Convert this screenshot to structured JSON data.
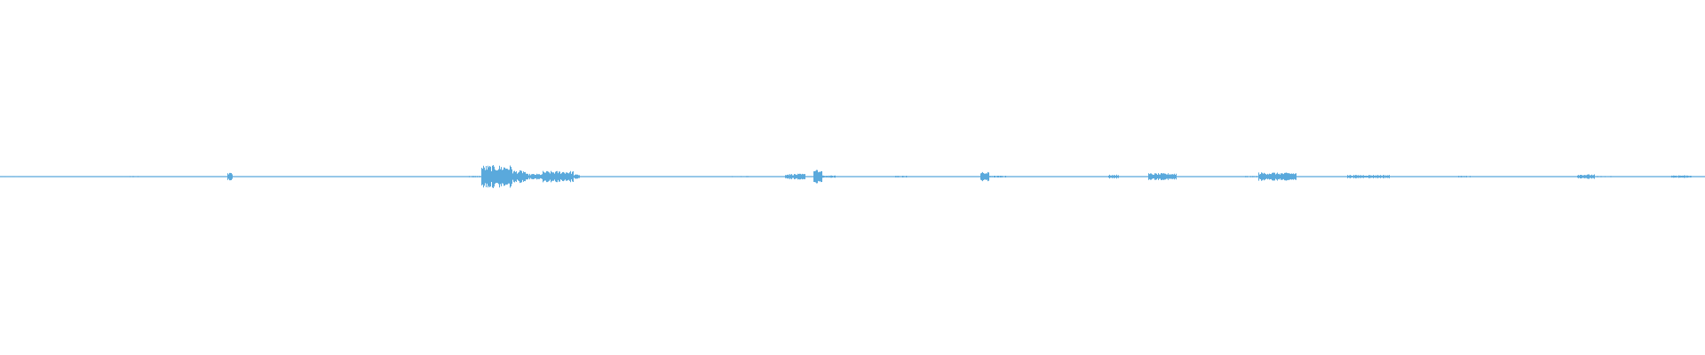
{
  "waveform": {
    "color": "#5aa9dc",
    "baseline_color": "#5aa9dc",
    "duration_fraction_segments": [
      {
        "start": 0.0,
        "end": 0.01,
        "level": 0.04
      },
      {
        "start": 0.02,
        "end": 0.03,
        "level": 0.03
      },
      {
        "start": 0.072,
        "end": 0.082,
        "level": 0.05
      },
      {
        "start": 0.133,
        "end": 0.136,
        "level": 0.35
      },
      {
        "start": 0.18,
        "end": 0.19,
        "level": 0.03
      },
      {
        "start": 0.205,
        "end": 0.215,
        "level": 0.03
      },
      {
        "start": 0.275,
        "end": 0.285,
        "level": 0.06
      },
      {
        "start": 0.282,
        "end": 0.3,
        "level": 1.0
      },
      {
        "start": 0.3,
        "end": 0.308,
        "level": 0.55
      },
      {
        "start": 0.308,
        "end": 0.318,
        "level": 0.25
      },
      {
        "start": 0.318,
        "end": 0.336,
        "level": 0.5
      },
      {
        "start": 0.336,
        "end": 0.34,
        "level": 0.2
      },
      {
        "start": 0.385,
        "end": 0.41,
        "level": 0.03
      },
      {
        "start": 0.428,
        "end": 0.44,
        "level": 0.05
      },
      {
        "start": 0.46,
        "end": 0.472,
        "level": 0.25
      },
      {
        "start": 0.477,
        "end": 0.482,
        "level": 0.6
      },
      {
        "start": 0.482,
        "end": 0.49,
        "level": 0.1
      },
      {
        "start": 0.525,
        "end": 0.532,
        "level": 0.08
      },
      {
        "start": 0.575,
        "end": 0.58,
        "level": 0.4
      },
      {
        "start": 0.58,
        "end": 0.59,
        "level": 0.08
      },
      {
        "start": 0.65,
        "end": 0.656,
        "level": 0.18
      },
      {
        "start": 0.673,
        "end": 0.69,
        "level": 0.3
      },
      {
        "start": 0.73,
        "end": 0.74,
        "level": 0.06
      },
      {
        "start": 0.738,
        "end": 0.748,
        "level": 0.38
      },
      {
        "start": 0.748,
        "end": 0.76,
        "level": 0.35
      },
      {
        "start": 0.79,
        "end": 0.815,
        "level": 0.15
      },
      {
        "start": 0.855,
        "end": 0.862,
        "level": 0.07
      },
      {
        "start": 0.925,
        "end": 0.935,
        "level": 0.2
      },
      {
        "start": 0.935,
        "end": 0.945,
        "level": 0.05
      },
      {
        "start": 0.98,
        "end": 0.992,
        "level": 0.12
      }
    ]
  }
}
